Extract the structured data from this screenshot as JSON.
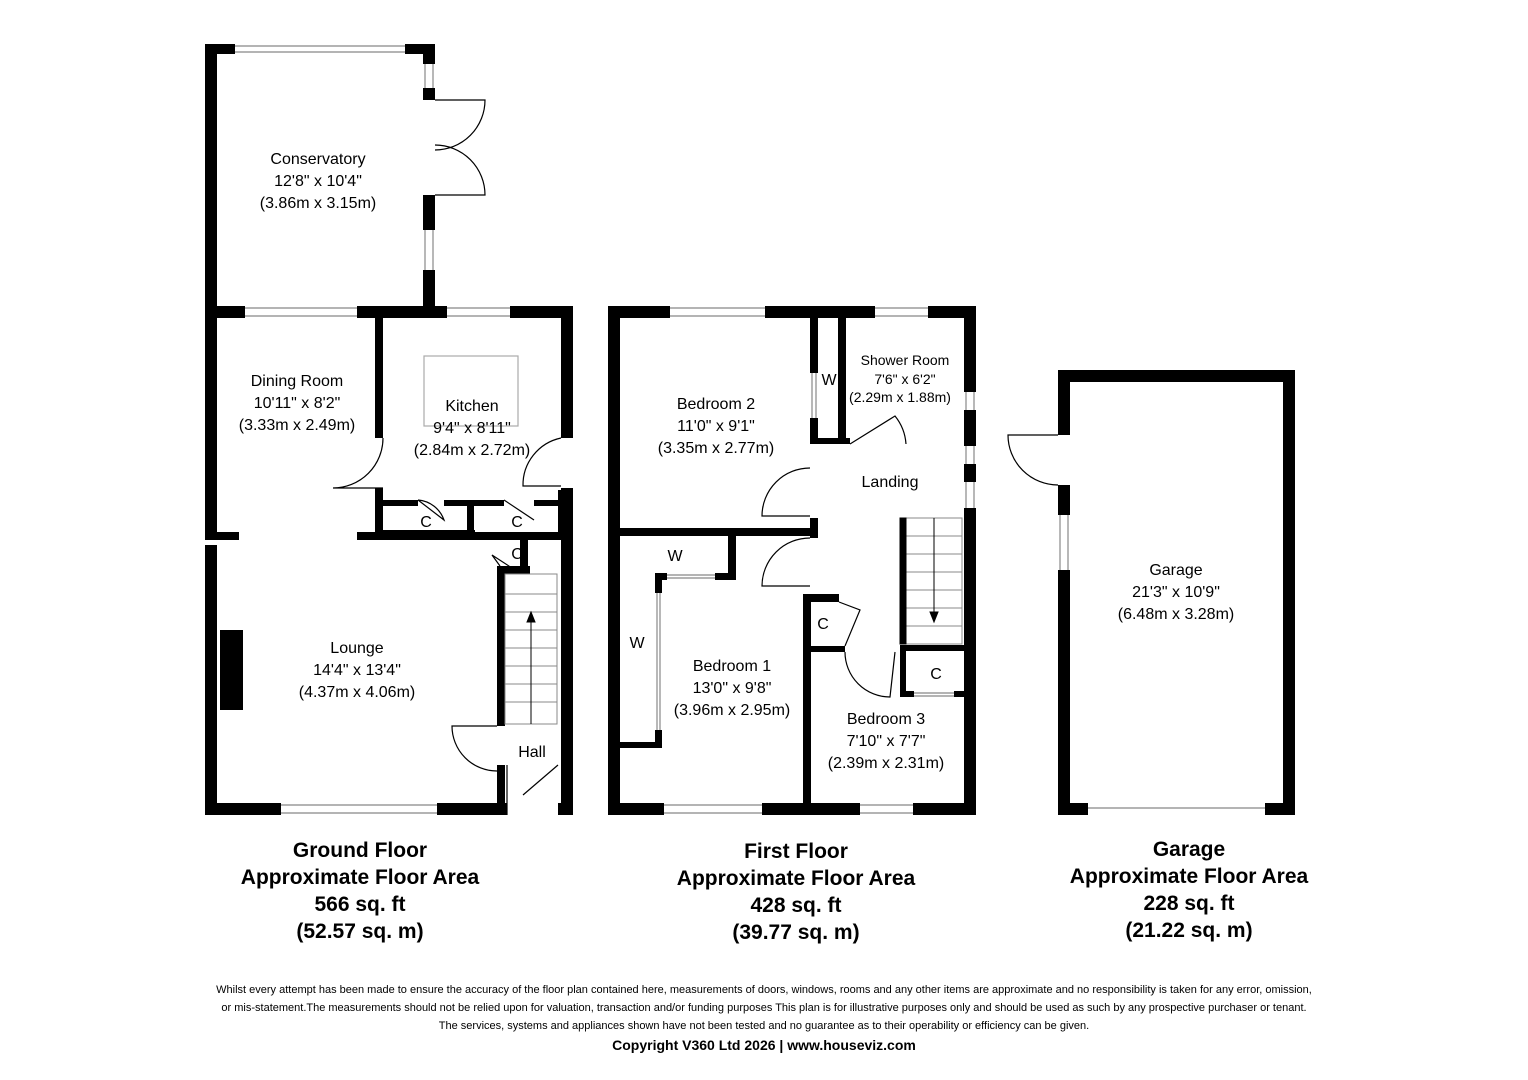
{
  "rooms": {
    "conservatory": {
      "name": "Conservatory",
      "imperial": "12'8\" x 10'4\"",
      "metric": "(3.86m x 3.15m)"
    },
    "dining_room": {
      "name": "Dining Room",
      "imperial": "10'11\" x 8'2\"",
      "metric": "(3.33m x 2.49m)"
    },
    "kitchen": {
      "name": "Kitchen",
      "imperial": "9'4\" x 8'11\"",
      "metric": "(2.84m x 2.72m)"
    },
    "lounge": {
      "name": "Lounge",
      "imperial": "14'4\" x 13'4\"",
      "metric": "(4.37m x 4.06m)"
    },
    "hall": {
      "name": "Hall"
    },
    "bedroom_2": {
      "name": "Bedroom 2",
      "imperial": "11'0\" x 9'1\"",
      "metric": "(3.35m x 2.77m)"
    },
    "shower_room": {
      "name": "Shower Room",
      "imperial": "7'6\" x 6'2\"",
      "metric": "(2.29m x 1.88m)"
    },
    "landing": {
      "name": "Landing"
    },
    "bedroom_1": {
      "name": "Bedroom 1",
      "imperial": "13'0\" x 9'8\"",
      "metric": "(3.96m x 2.95m)"
    },
    "bedroom_3": {
      "name": "Bedroom 3",
      "imperial": "7'10\" x 7'7\"",
      "metric": "(2.39m x 2.31m)"
    },
    "garage": {
      "name": "Garage",
      "imperial": "21'3\" x 10'9\"",
      "metric": "(6.48m x 3.28m)"
    }
  },
  "markers": {
    "cupboard": "C",
    "wardrobe": "W"
  },
  "floors": {
    "ground": {
      "name": "Ground Floor",
      "label": "Approximate Floor Area",
      "sqft": "566 sq. ft",
      "sqm": "(52.57 sq. m)"
    },
    "first": {
      "name": "First Floor",
      "label": "Approximate Floor Area",
      "sqft": "428 sq. ft",
      "sqm": "(39.77 sq. m)"
    },
    "garage": {
      "name": "Garage",
      "label": "Approximate Floor Area",
      "sqft": "228 sq. ft",
      "sqm": "(21.22 sq. m)"
    }
  },
  "disclaimer": {
    "line1": "Whilst every attempt has been made to ensure the accuracy of the floor plan contained here, measurements of doors, windows, rooms and any other items are approximate and no responsibility is taken for any error, omission,",
    "line2": "or mis-statement.The measurements should not be relied upon for valuation, transaction and/or funding purposes This plan is for illustrative purposes only and should be used as such by any prospective purchaser or tenant.",
    "line3": "The services, systems and appliances shown have not been tested and no guarantee as to their operability or efficiency can be given.",
    "copyright": "Copyright V360 Ltd 2026 | www.houseviz.com"
  },
  "colors": {
    "wall": "#000000",
    "background": "#ffffff",
    "window": "#999999"
  }
}
